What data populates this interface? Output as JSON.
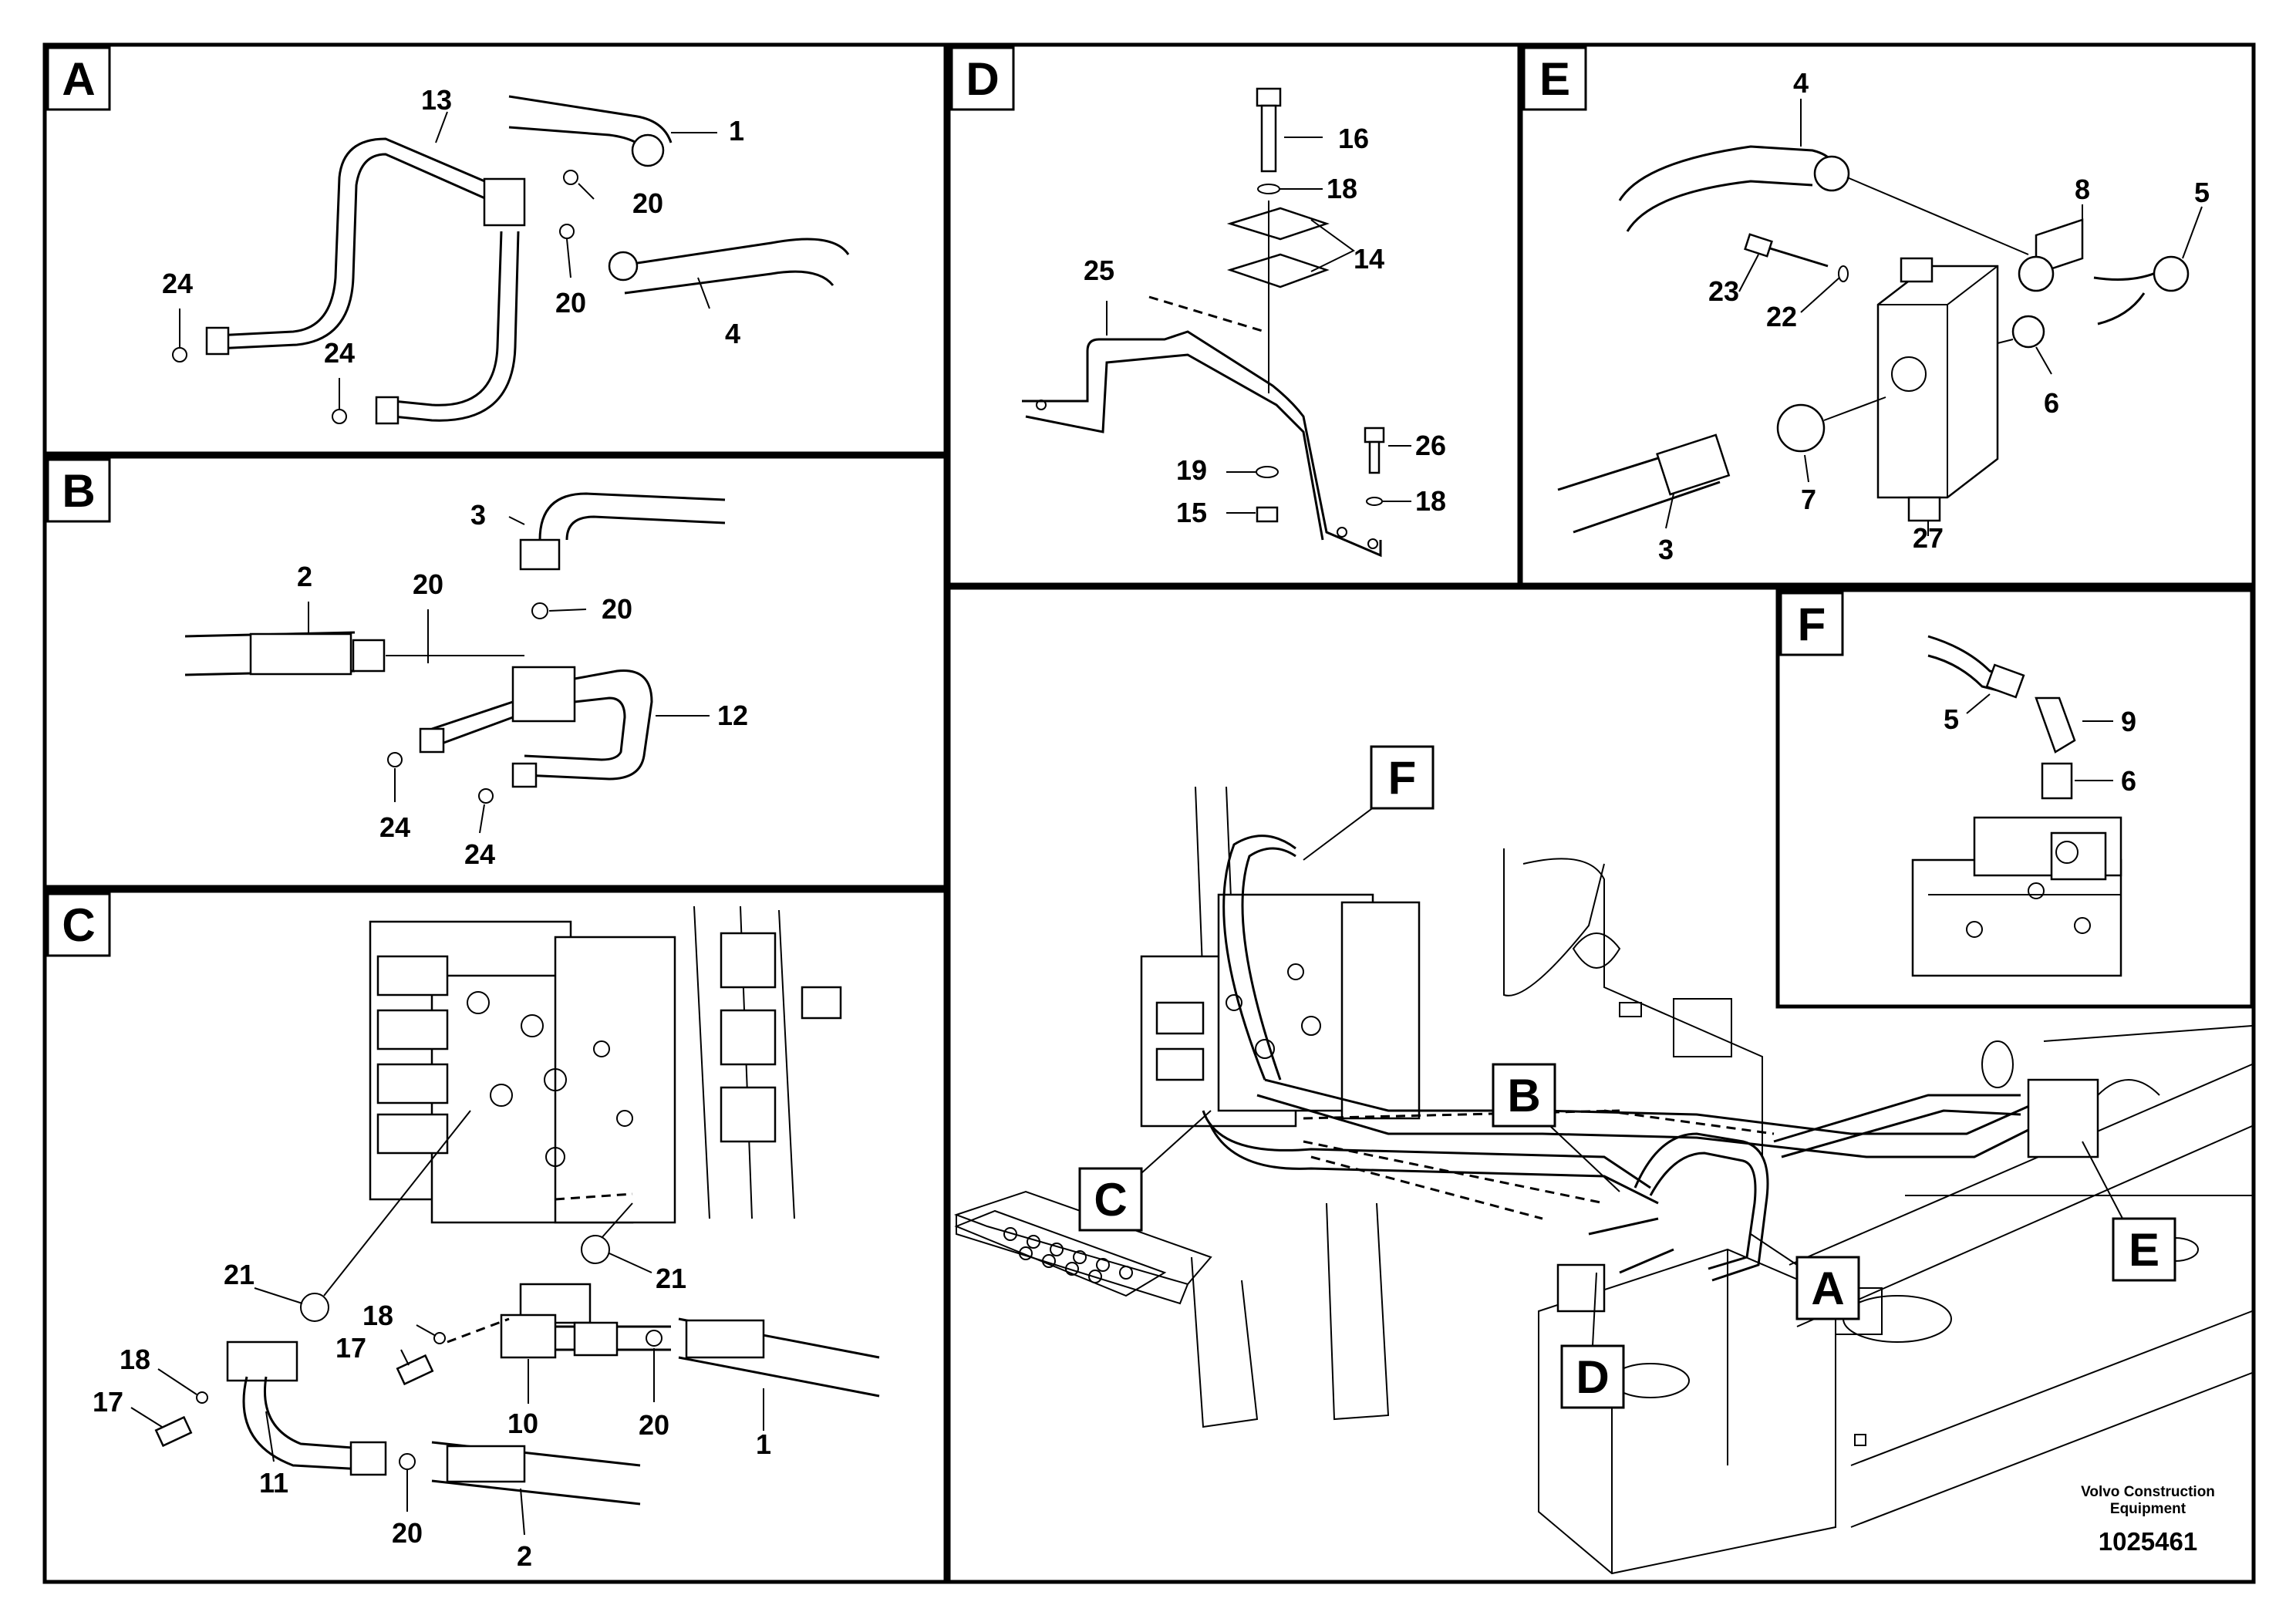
{
  "panels": {
    "A": {
      "label": "A",
      "callouts": [
        {
          "id": "13",
          "text": "13"
        },
        {
          "id": "1",
          "text": "1"
        },
        {
          "id": "20a",
          "text": "20"
        },
        {
          "id": "20b",
          "text": "20"
        },
        {
          "id": "4",
          "text": "4"
        },
        {
          "id": "24a",
          "text": "24"
        },
        {
          "id": "24b",
          "text": "24"
        }
      ]
    },
    "B": {
      "label": "B",
      "callouts": [
        {
          "id": "3",
          "text": "3"
        },
        {
          "id": "20a",
          "text": "20"
        },
        {
          "id": "20b",
          "text": "20"
        },
        {
          "id": "2",
          "text": "2"
        },
        {
          "id": "12",
          "text": "12"
        },
        {
          "id": "24a",
          "text": "24"
        },
        {
          "id": "24b",
          "text": "24"
        }
      ]
    },
    "C": {
      "label": "C",
      "callouts": [
        {
          "id": "21a",
          "text": "21"
        },
        {
          "id": "21b",
          "text": "21"
        },
        {
          "id": "18a",
          "text": "18"
        },
        {
          "id": "17a",
          "text": "17"
        },
        {
          "id": "18b",
          "text": "18"
        },
        {
          "id": "17b",
          "text": "17"
        },
        {
          "id": "10",
          "text": "10"
        },
        {
          "id": "20a",
          "text": "20"
        },
        {
          "id": "1",
          "text": "1"
        },
        {
          "id": "11",
          "text": "11"
        },
        {
          "id": "20b",
          "text": "20"
        },
        {
          "id": "2",
          "text": "2"
        }
      ]
    },
    "D": {
      "label": "D",
      "callouts": [
        {
          "id": "16",
          "text": "16"
        },
        {
          "id": "18a",
          "text": "18"
        },
        {
          "id": "14",
          "text": "14"
        },
        {
          "id": "25",
          "text": "25"
        },
        {
          "id": "26",
          "text": "26"
        },
        {
          "id": "19",
          "text": "19"
        },
        {
          "id": "18b",
          "text": "18"
        },
        {
          "id": "15",
          "text": "15"
        }
      ]
    },
    "E": {
      "label": "E",
      "callouts": [
        {
          "id": "4",
          "text": "4"
        },
        {
          "id": "8",
          "text": "8"
        },
        {
          "id": "5",
          "text": "5"
        },
        {
          "id": "23",
          "text": "23"
        },
        {
          "id": "22",
          "text": "22"
        },
        {
          "id": "6",
          "text": "6"
        },
        {
          "id": "7",
          "text": "7"
        },
        {
          "id": "3",
          "text": "3"
        },
        {
          "id": "27",
          "text": "27"
        }
      ]
    },
    "F": {
      "label": "F",
      "callouts": [
        {
          "id": "5",
          "text": "5"
        },
        {
          "id": "9",
          "text": "9"
        },
        {
          "id": "6",
          "text": "6"
        }
      ]
    }
  },
  "overview_tags": {
    "F": "F",
    "B": "B",
    "C": "C",
    "A": "A",
    "D": "D",
    "E": "E"
  },
  "footer": {
    "brand_line1": "Volvo Construction",
    "brand_line2": "Equipment",
    "doc_id": "1025461"
  }
}
